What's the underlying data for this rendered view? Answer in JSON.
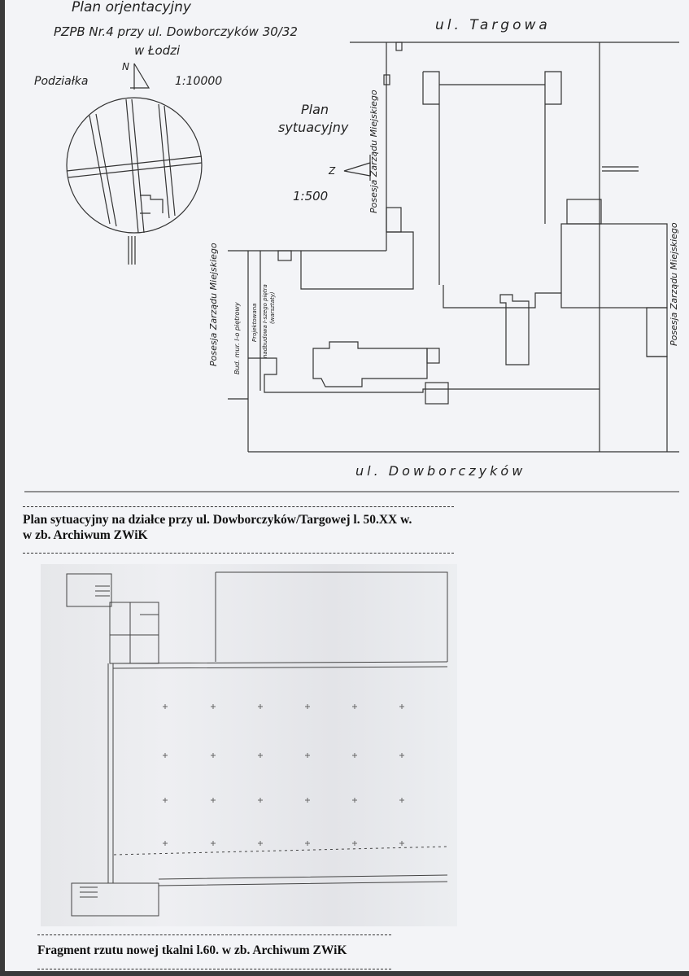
{
  "site_plan": {
    "title_line1": "Plan orjentacyjny",
    "title_line2": "PZPB Nr.4 przy ul. Dowborczyków 30/32",
    "title_line3": "w Łodzi",
    "north_label": "N",
    "scale_label": "Podziałka",
    "orientation_scale": "1:10000",
    "plan_title_line1": "Plan",
    "plan_title_line2": "sytuacyjny",
    "plan_north_label": "Z",
    "plan_scale": "1:500",
    "street_top": "ul. Targowa",
    "street_bottom": "ul. Dowborczyków",
    "neighbor_left": "Posesja Zarządu Miejskiego",
    "neighbor_center": "Posesja Zarządu Miejskiego",
    "neighbor_right": "Posesja Zarządu Miejskiego",
    "building_existing": "Bud. mur. I-o piętrowy",
    "building_planned_1": "Projektowana",
    "building_planned_2": "nadbudowa I-szego piętra",
    "building_planned_3": "(warsztaty)"
  },
  "captions": {
    "site_plan_line1": "Plan sytuacyjny na działce przy ul. Dowborczyków/Targowej l. 50.XX w.",
    "site_plan_line2": "w zb. Archiwum ZWiK",
    "floor_plan": "Fragment rzutu nowej tkalni l.60. w zb. Archiwum ZWiK"
  }
}
